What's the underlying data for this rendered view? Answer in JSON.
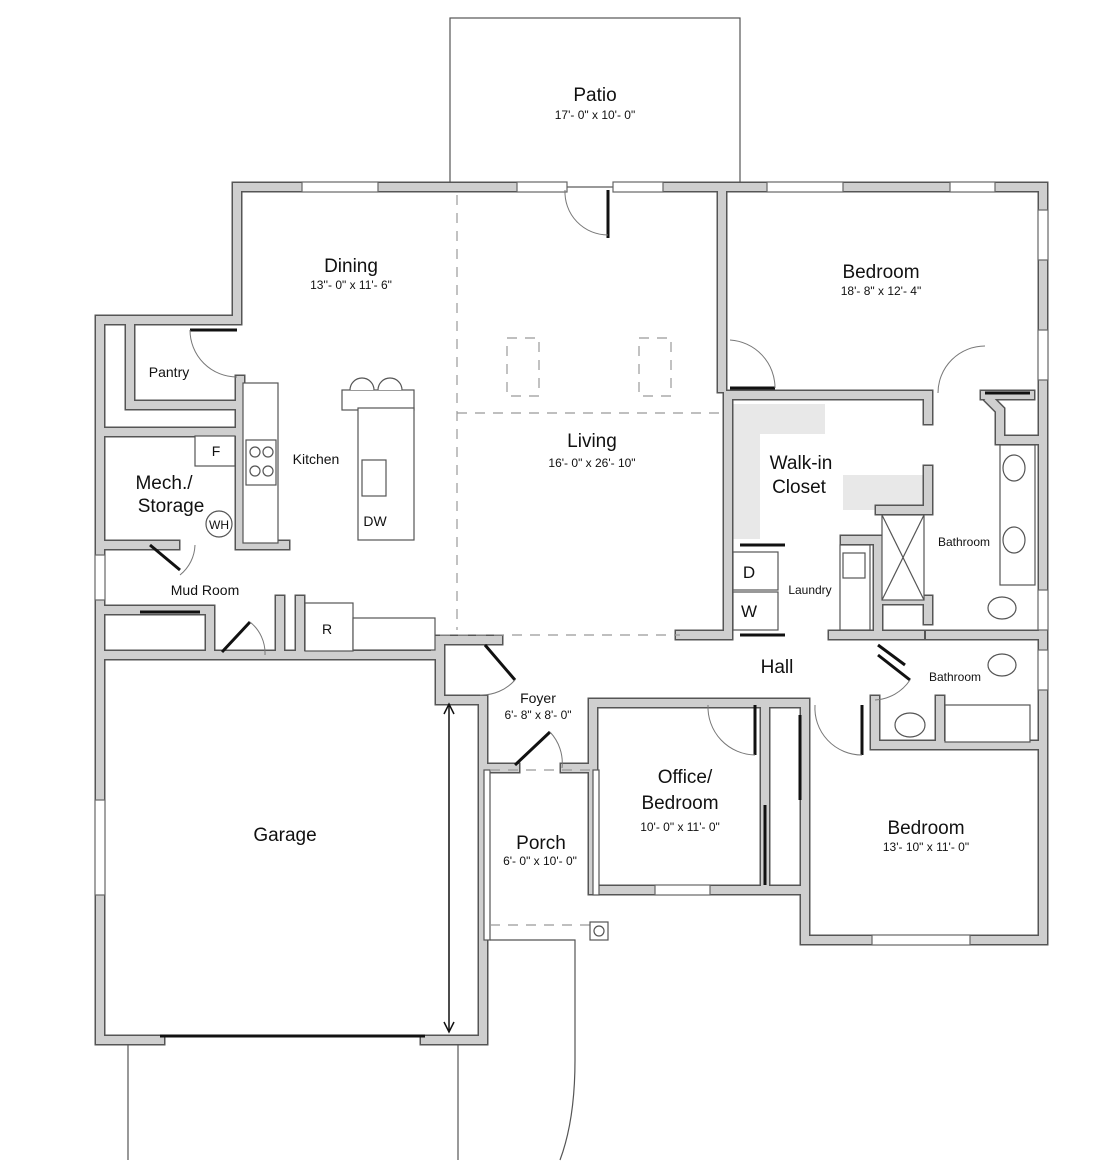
{
  "rooms": {
    "patio": {
      "name": "Patio",
      "size": "17'- 0\" x 10'- 0\""
    },
    "dining": {
      "name": "Dining",
      "size": "13''- 0\" x 11'- 6\""
    },
    "living": {
      "name": "Living",
      "size": "16'- 0\" x 26'- 10\""
    },
    "master_bedroom": {
      "name": "Bedroom",
      "size": "18'- 8\" x 12'- 4\""
    },
    "pantry": {
      "name": "Pantry"
    },
    "kitchen": {
      "name": "Kitchen"
    },
    "mech": {
      "name_line1": "Mech./",
      "name_line2": "Storage"
    },
    "mud_room": {
      "name": "Mud Room"
    },
    "walk_in_closet": {
      "name_line1": "Walk-in",
      "name_line2": "Closet"
    },
    "master_bathroom": {
      "name": "Bathroom"
    },
    "laundry": {
      "name": "Laundry"
    },
    "hall": {
      "name": "Hall"
    },
    "hall_bathroom": {
      "name": "Bathroom"
    },
    "foyer": {
      "name": "Foyer",
      "size": "6'- 8\" x 8'- 0\""
    },
    "garage": {
      "name": "Garage"
    },
    "office": {
      "name_line1": "Office/",
      "name_line2": "Bedroom",
      "size": "10'- 0\" x 11'- 0\""
    },
    "porch": {
      "name": "Porch",
      "size": "6'- 0\" x 10'- 0\""
    },
    "bedroom2": {
      "name": "Bedroom",
      "size": "13'- 10\" x 11'- 0\""
    }
  },
  "fixtures": {
    "fridge": "F",
    "water_heater": "WH",
    "dishwasher": "DW",
    "range": "R",
    "dryer": "D",
    "washer": "W"
  }
}
